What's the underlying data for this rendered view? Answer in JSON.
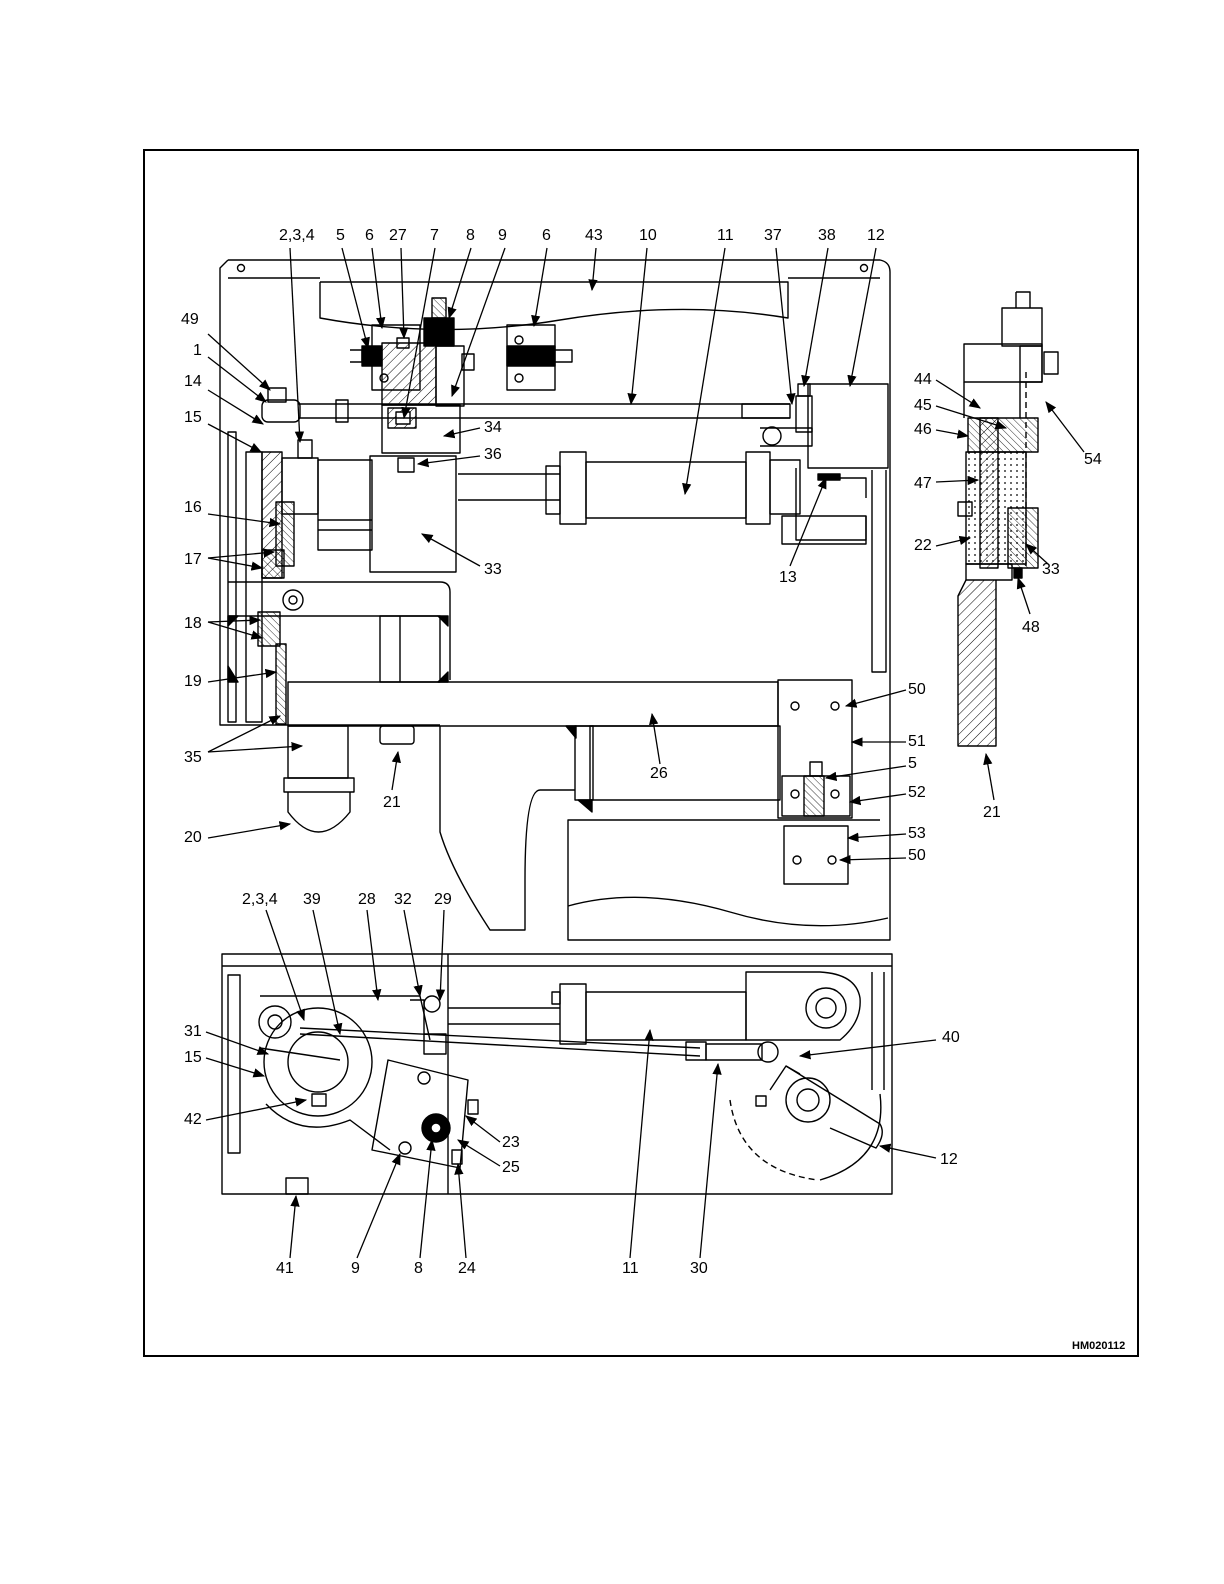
{
  "figure": {
    "id": "HM020112",
    "line_color": "#000000",
    "background": "#ffffff"
  },
  "callouts": [
    {
      "name": "callout-2-3-4-top",
      "text": "2,3,4"
    },
    {
      "name": "callout-5-top",
      "text": "5"
    },
    {
      "name": "callout-6-left",
      "text": "6"
    },
    {
      "name": "callout-27",
      "text": "27"
    },
    {
      "name": "callout-7",
      "text": "7"
    },
    {
      "name": "callout-8-top",
      "text": "8"
    },
    {
      "name": "callout-9-top",
      "text": "9"
    },
    {
      "name": "callout-6-right",
      "text": "6"
    },
    {
      "name": "callout-43",
      "text": "43"
    },
    {
      "name": "callout-10",
      "text": "10"
    },
    {
      "name": "callout-11-top",
      "text": "11"
    },
    {
      "name": "callout-37",
      "text": "37"
    },
    {
      "name": "callout-38",
      "text": "38"
    },
    {
      "name": "callout-12-top",
      "text": "12"
    },
    {
      "name": "callout-49",
      "text": "49"
    },
    {
      "name": "callout-1",
      "text": "1"
    },
    {
      "name": "callout-14",
      "text": "14"
    },
    {
      "name": "callout-15-top",
      "text": "15"
    },
    {
      "name": "callout-34",
      "text": "34"
    },
    {
      "name": "callout-36",
      "text": "36"
    },
    {
      "name": "callout-16",
      "text": "16"
    },
    {
      "name": "callout-33-main",
      "text": "33"
    },
    {
      "name": "callout-13",
      "text": "13"
    },
    {
      "name": "callout-17",
      "text": "17"
    },
    {
      "name": "callout-18",
      "text": "18"
    },
    {
      "name": "callout-19",
      "text": "19"
    },
    {
      "name": "callout-50-top",
      "text": "50"
    },
    {
      "name": "callout-51",
      "text": "51"
    },
    {
      "name": "callout-35",
      "text": "35"
    },
    {
      "name": "callout-26",
      "text": "26"
    },
    {
      "name": "callout-5-right",
      "text": "5"
    },
    {
      "name": "callout-52",
      "text": "52"
    },
    {
      "name": "callout-21-main",
      "text": "21"
    },
    {
      "name": "callout-53",
      "text": "53"
    },
    {
      "name": "callout-50-bottom",
      "text": "50"
    },
    {
      "name": "callout-20",
      "text": "20"
    },
    {
      "name": "callout-44",
      "text": "44"
    },
    {
      "name": "callout-45",
      "text": "45"
    },
    {
      "name": "callout-46",
      "text": "46"
    },
    {
      "name": "callout-54",
      "text": "54"
    },
    {
      "name": "callout-47",
      "text": "47"
    },
    {
      "name": "callout-22",
      "text": "22"
    },
    {
      "name": "callout-33-side",
      "text": "33"
    },
    {
      "name": "callout-48",
      "text": "48"
    },
    {
      "name": "callout-21-side",
      "text": "21"
    },
    {
      "name": "callout-2-3-4-bottom",
      "text": "2,3,4"
    },
    {
      "name": "callout-39",
      "text": "39"
    },
    {
      "name": "callout-28",
      "text": "28"
    },
    {
      "name": "callout-32",
      "text": "32"
    },
    {
      "name": "callout-29",
      "text": "29"
    },
    {
      "name": "callout-31",
      "text": "31"
    },
    {
      "name": "callout-15-bottom",
      "text": "15"
    },
    {
      "name": "callout-40",
      "text": "40"
    },
    {
      "name": "callout-42",
      "text": "42"
    },
    {
      "name": "callout-23",
      "text": "23"
    },
    {
      "name": "callout-25",
      "text": "25"
    },
    {
      "name": "callout-12-bottom",
      "text": "12"
    },
    {
      "name": "callout-41",
      "text": "41"
    },
    {
      "name": "callout-9-bottom",
      "text": "9"
    },
    {
      "name": "callout-8-bottom",
      "text": "8"
    },
    {
      "name": "callout-24",
      "text": "24"
    },
    {
      "name": "callout-11-bottom",
      "text": "11"
    },
    {
      "name": "callout-30",
      "text": "30"
    }
  ]
}
